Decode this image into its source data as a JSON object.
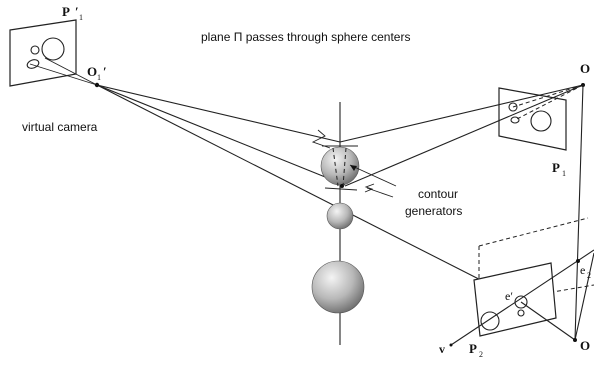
{
  "labels": {
    "p1_prime": "P",
    "p1_prime_sub": "1",
    "p1_prime_mark": "′",
    "o1_prime": "O",
    "o1_prime_sub": "1",
    "o1_prime_mark": "′",
    "virtual_camera": "virtual camera",
    "plane_caption": "plane Π passes through sphere centers",
    "contour_generators_line1": "contour",
    "contour_generators_line2": "generators",
    "o_top": "O",
    "p1": "P",
    "p1_sub": "1",
    "e2": "e",
    "e2_sub": "2",
    "e_prime": "e′",
    "v": "v",
    "p2": "P",
    "p2_sub": "2",
    "o_bottom": "O"
  },
  "colors": {
    "line": "#222222",
    "sphere_light": "#f2f2f2",
    "sphere_dark": "#6e6e6e",
    "background": "#ffffff"
  }
}
